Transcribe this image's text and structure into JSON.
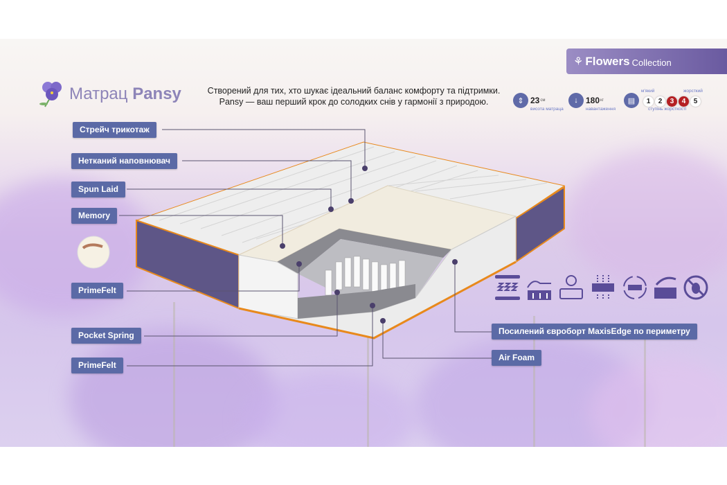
{
  "badge": {
    "brand": "Flowers",
    "sub": "Collection"
  },
  "title": {
    "prefix": "Матрац",
    "name": "Pansy"
  },
  "description": [
    "Створений для тих, хто шукає ідеальний баланс комфорту та підтримки.",
    "Pansy — ваш перший крок до солодких снів у гармонії з природою."
  ],
  "specs": {
    "height": {
      "value": "23",
      "unit": "см",
      "caption": "висота матраца",
      "icon": "height-icon"
    },
    "load": {
      "value": "180",
      "unit": "кг",
      "caption": "навантаження",
      "icon": "weight-load-icon"
    },
    "firmness": {
      "soft": "м'який",
      "hard": "жорсткий",
      "caption": "ступінь жорсткості",
      "levels": [
        "1",
        "2",
        "3",
        "4",
        "5"
      ],
      "selected": [
        "3",
        "4"
      ],
      "icon": "firmness-icon"
    }
  },
  "layers": {
    "stretch": "Стрейч трикотаж",
    "nonwoven": "Нетканий наповнювач",
    "spunlaid": "Spun Laid",
    "memory": "Memory",
    "primefelt1": "PrimeFelt",
    "pocket": "Pocket Spring",
    "primefelt2": "PrimeFelt",
    "edge": "Посилений євроборт MaxisEdge по периметру",
    "airfoam": "Air Foam"
  },
  "features": [
    "zoned-springs-icon",
    "orthopedic-support-icon",
    "quality-certified-icon",
    "breathable-icon",
    "two-sided-icon",
    "soft-comfort-icon",
    "anti-mite-icon"
  ],
  "colors": {
    "label": "#5b6aa6",
    "accent": "#b52024",
    "icon": "#5a4c98",
    "edge": "#e8891c"
  }
}
